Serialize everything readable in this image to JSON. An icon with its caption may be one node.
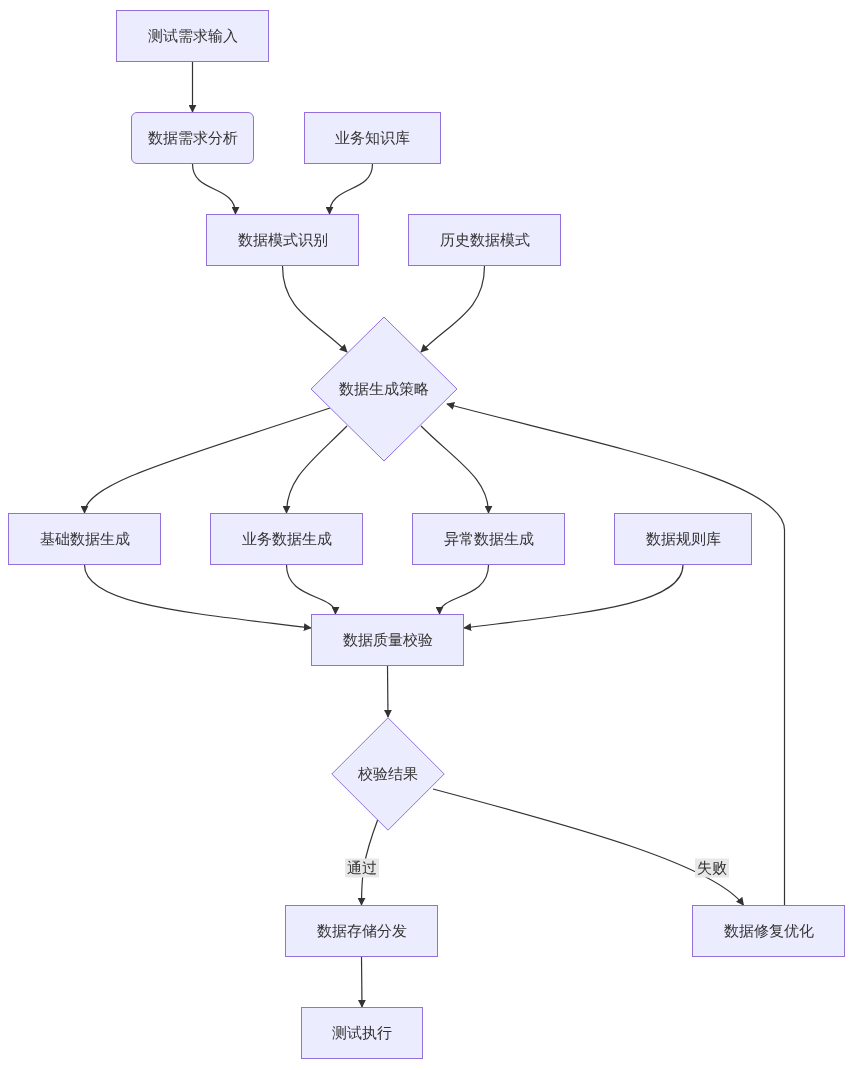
{
  "diagram": {
    "nodes": [
      {
        "text": [
          "测试需求输入"
        ]
      },
      {
        "text": [
          "数据需求分析"
        ]
      },
      {
        "text": [
          "业务知识库"
        ]
      },
      {
        "text": [
          "数据模式识别"
        ]
      },
      {
        "text": [
          "历史数据模式"
        ]
      },
      {
        "text": [
          "数据生成策略"
        ]
      },
      {
        "text": [
          "基础数据生成"
        ]
      },
      {
        "text": [
          "业务数据生成"
        ]
      },
      {
        "text": [
          "异常数据生成"
        ]
      },
      {
        "text": [
          "数据规则库"
        ]
      },
      {
        "text": [
          "数据质量校验"
        ]
      },
      {
        "text": [
          "校验结果"
        ]
      },
      {
        "text": [
          "数据存储分发"
        ]
      },
      {
        "text": [
          "数据修复优化"
        ]
      },
      {
        "text": [
          "测试执行"
        ]
      }
    ],
    "edges": [
      {
        "from": 0,
        "to": 1,
        "arrow": "to"
      },
      {
        "from": 1,
        "to": 3,
        "arrow": "to"
      },
      {
        "from": 2,
        "to": 3,
        "arrow": "to"
      },
      {
        "from": 3,
        "to": 5,
        "arrow": "to"
      },
      {
        "from": 4,
        "to": 5,
        "arrow": "to"
      },
      {
        "from": 5,
        "to": 6,
        "arrow": "to"
      },
      {
        "from": 5,
        "to": 7,
        "arrow": "to"
      },
      {
        "from": 5,
        "to": 8,
        "arrow": "to"
      },
      {
        "from": 6,
        "to": 10,
        "arrow": "to"
      },
      {
        "from": 7,
        "to": 10,
        "arrow": "to"
      },
      {
        "from": 8,
        "to": 10,
        "arrow": "to"
      },
      {
        "from": 9,
        "to": 10,
        "arrow": "to"
      },
      {
        "from": 10,
        "to": 11,
        "arrow": "to"
      },
      {
        "from": 11,
        "to": 12,
        "arrow": "to",
        "label": "通过"
      },
      {
        "from": 11,
        "to": 13,
        "arrow": "to",
        "label": "失败"
      },
      {
        "from": 13,
        "to": 5,
        "arrow": "to"
      },
      {
        "from": 12,
        "to": 14,
        "arrow": "to"
      }
    ]
  }
}
